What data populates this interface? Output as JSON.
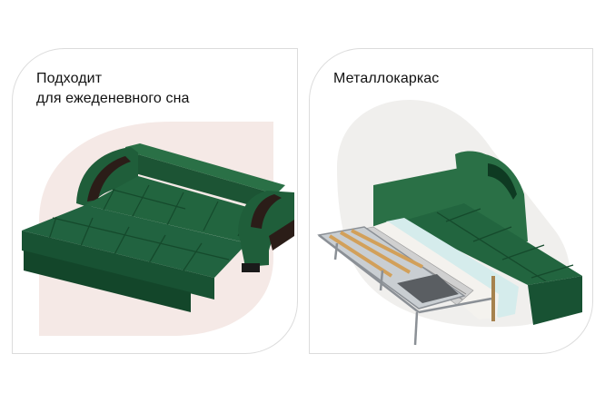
{
  "cards": [
    {
      "title_line1": "Подходит",
      "title_line2": "для ежеденевного сна",
      "image": "green-sofa-bed-unfolded",
      "blob_color": "#f5e9e6"
    },
    {
      "title_line1": "Металлокаркас",
      "image": "sofa-cutaway-metal-frame",
      "blob_color": "#f0efed"
    }
  ],
  "colors": {
    "sofa_green": "#1f5e3a",
    "sofa_green_dark": "#154a2c",
    "sofa_green_light": "#2a7046",
    "armrest_wood": "#2b1d18",
    "border": "#dcdcdc",
    "text": "#111111"
  }
}
